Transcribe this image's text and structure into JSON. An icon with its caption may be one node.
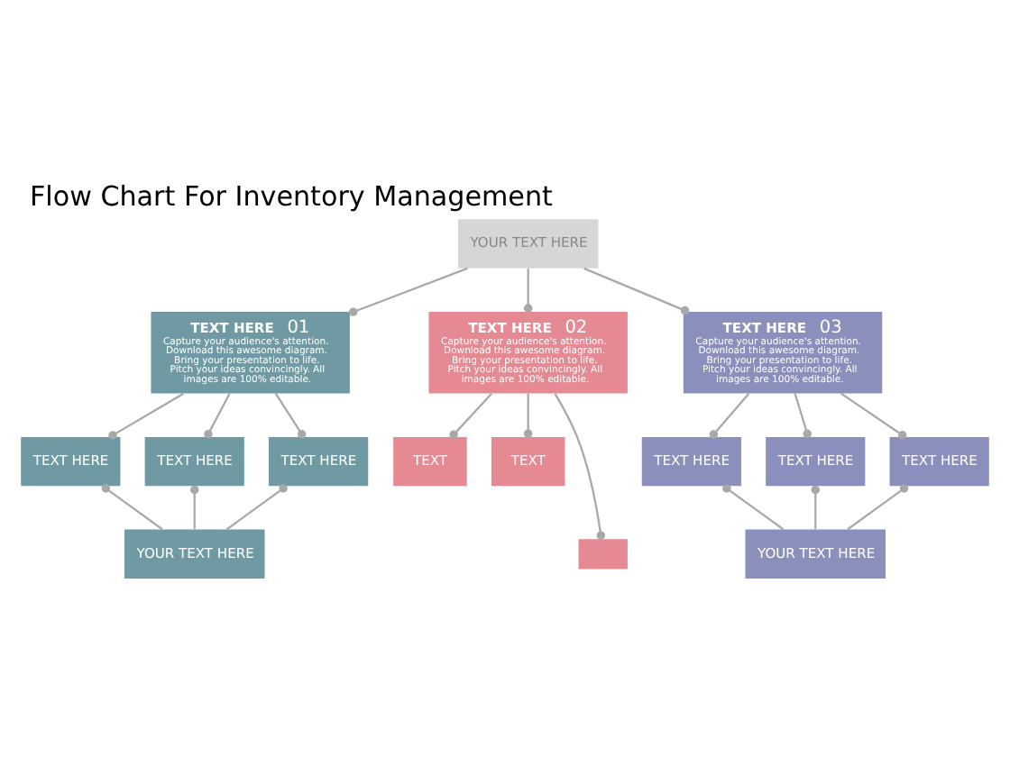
{
  "diagram": {
    "title": "Flow Chart For Inventory Management",
    "nodes": [
      {
        "text": [
          "YOUR TEXT HERE"
        ]
      },
      {
        "text": [
          "TEXT HERE",
          "01",
          "Capture your audience's attention. Download this awesome diagram. Bring your presentation to life. Pitch your ideas convincingly. All images are 100% editable."
        ]
      },
      {
        "text": [
          "TEXT HERE",
          "02",
          "Capture your audience's attention. Download this awesome diagram. Bring your presentation to life. Pitch your ideas convincingly. All images are 100% editable."
        ]
      },
      {
        "text": [
          "TEXT HERE",
          "03",
          "Capture your audience's attention. Download this awesome diagram. Bring your presentation to life. Pitch your ideas convincingly. All images are 100% editable."
        ]
      },
      {
        "text": [
          "TEXT HERE"
        ]
      },
      {
        "text": [
          "TEXT HERE"
        ]
      },
      {
        "text": [
          "TEXT HERE"
        ]
      },
      {
        "text": [
          "TEXT"
        ]
      },
      {
        "text": [
          "TEXT"
        ]
      },
      {
        "text": [
          "TEXT HERE"
        ]
      },
      {
        "text": [
          "TEXT HERE"
        ]
      },
      {
        "text": [
          "TEXT HERE"
        ]
      },
      {
        "text": [
          "YOUR TEXT HERE"
        ]
      },
      {
        "text": [],
        "shape": "box"
      },
      {
        "text": [
          "YOUR TEXT HERE"
        ]
      }
    ],
    "edges": [
      {
        "from": 0,
        "to": 1,
        "arrow": "other"
      },
      {
        "from": 0,
        "to": 2,
        "arrow": "other"
      },
      {
        "from": 0,
        "to": 3,
        "arrow": "other"
      },
      {
        "from": 1,
        "to": 4,
        "arrow": "other"
      },
      {
        "from": 1,
        "to": 5,
        "arrow": "other"
      },
      {
        "from": 1,
        "to": 6,
        "arrow": "other"
      },
      {
        "from": 2,
        "to": 7,
        "arrow": "other"
      },
      {
        "from": 2,
        "to": 8,
        "arrow": "other"
      },
      {
        "from": 2,
        "to": 13,
        "arrow": "other"
      },
      {
        "from": 3,
        "to": 9,
        "arrow": "other"
      },
      {
        "from": 3,
        "to": 10,
        "arrow": "other"
      },
      {
        "from": 3,
        "to": 11,
        "arrow": "other"
      },
      {
        "from": 12,
        "to": 4,
        "arrow": "other"
      },
      {
        "from": 12,
        "to": 5,
        "arrow": "other"
      },
      {
        "from": 12,
        "to": 6,
        "arrow": "other"
      },
      {
        "from": 14,
        "to": 9,
        "arrow": "other"
      },
      {
        "from": 14,
        "to": 10,
        "arrow": "other"
      },
      {
        "from": 14,
        "to": 11,
        "arrow": "other"
      }
    ]
  }
}
